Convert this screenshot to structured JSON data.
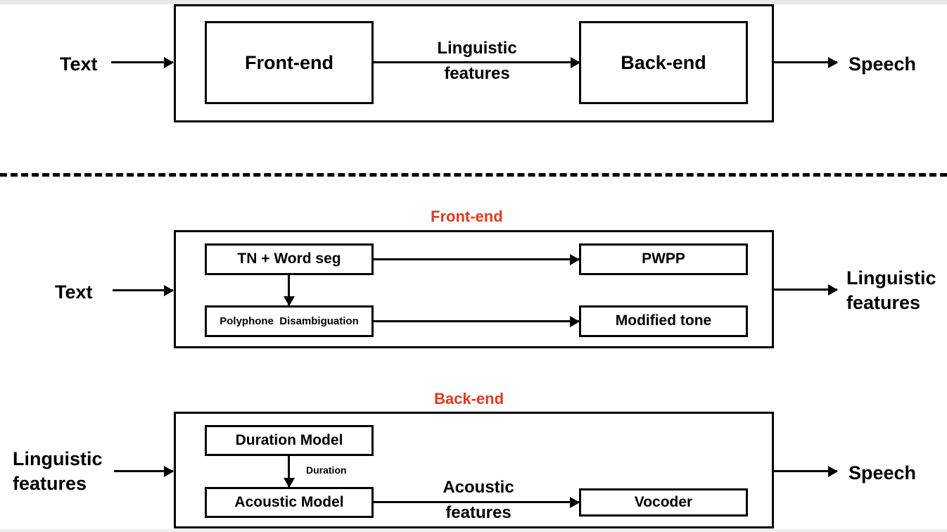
{
  "diagram": {
    "title": "Text-to-Speech system pipeline (overall and detailed)",
    "accent_color": "#e0391f",
    "line_color": "#000000",
    "background_color": "#ffffff"
  },
  "overview": {
    "input_label": "Text",
    "output_label": "Speech",
    "blocks": [
      {
        "id": "front-end",
        "label": "Front-end"
      },
      {
        "id": "back-end",
        "label": "Back-end"
      }
    ],
    "middle_arrow_label_line1": "Linguistic",
    "middle_arrow_label_line2": "features"
  },
  "frontend": {
    "section_title": "Front-end",
    "input_label": "Text",
    "output_label_line1": "Linguistic",
    "output_label_line2": "features",
    "blocks": [
      {
        "id": "tn-word-seg",
        "label": "TN + Word seg"
      },
      {
        "id": "polyphone-disambiguation",
        "label": "Polyphone  Disambiguation"
      },
      {
        "id": "pwpp",
        "label": "PWPP"
      },
      {
        "id": "modified-tone",
        "label": "Modified tone"
      }
    ]
  },
  "backend": {
    "section_title": "Back-end",
    "input_label_line1": "Linguistic",
    "input_label_line2": "features",
    "output_label": "Speech",
    "internal_arrow_label": "Duration",
    "acoustic_arrow_label_line1": "Acoustic",
    "acoustic_arrow_label_line2": "features",
    "blocks": [
      {
        "id": "duration-model",
        "label": "Duration Model"
      },
      {
        "id": "acoustic-model",
        "label": "Acoustic Model"
      },
      {
        "id": "vocoder",
        "label": "Vocoder"
      }
    ]
  }
}
